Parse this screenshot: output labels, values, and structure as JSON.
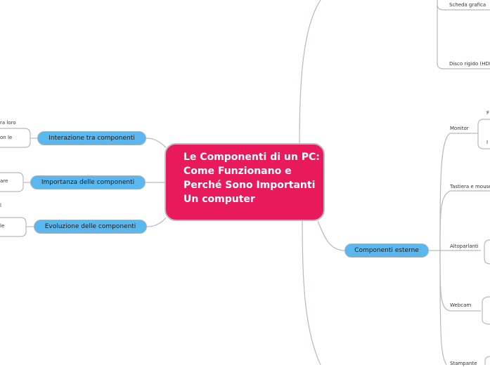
{
  "central_topic": "Le Componenti di un PC: Come Funzionano e Perché Sono Importanti Un computer",
  "colors": {
    "central": "#e91a5c",
    "topic": "#5bb8ef",
    "connector": "#b5b9c2"
  },
  "left_topics": [
    {
      "label": "Interazione tra componenti",
      "fragments": [
        "ra loro",
        "on le"
      ]
    },
    {
      "label": "Importanza delle componenti",
      "fragments": [
        "are"
      ]
    },
    {
      "label": "Evoluzione delle componenti",
      "fragments": [
        "l",
        "le"
      ]
    }
  ],
  "right_upper": {
    "items": [
      "Scheda grafica",
      "Disco rigido (HDD"
    ]
  },
  "right_topic": {
    "label": "Componenti esterne",
    "items": [
      "Monitor",
      "Tastiera e mouse",
      "Altoparlanti",
      "Webcam",
      "Stampante"
    ],
    "monitor_sub": [
      "F",
      "I"
    ]
  }
}
